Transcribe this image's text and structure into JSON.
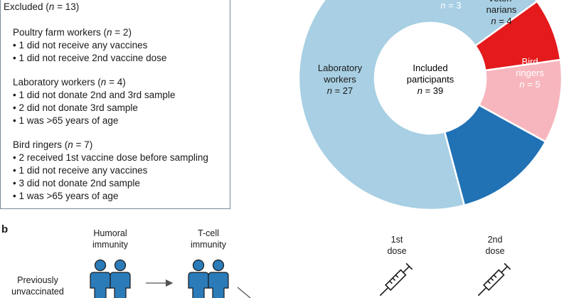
{
  "panel_a": {
    "excluded": {
      "label": "Excluded (",
      "n": "n",
      "val": " = 13)"
    },
    "groups": [
      {
        "title": "Poultry farm workers (",
        "n": "n",
        "val": " = 2)",
        "items": [
          "• 1 did not receive any vaccines",
          "• 1 did not receive 2nd vaccine dose"
        ]
      },
      {
        "title": "Laboratory workers (",
        "n": "n",
        "val": " = 4)",
        "items": [
          "• 1 did not donate 2nd and 3rd sample",
          "• 2 did not donate 3rd sample",
          "• 1 was >65 years of age"
        ]
      },
      {
        "title": "Bird ringers (",
        "n": "n",
        "val": " = 7)",
        "items": [
          "• 2 received 1st vaccine dose before sampling",
          "• 1 did not receive any vaccines",
          "• 3 did not donate 2nd sample",
          "• 1 was >65 years of age"
        ]
      }
    ]
  },
  "donut": {
    "center_line1": "Included",
    "center_line2": "participants",
    "center_n": "n",
    "center_val": " = 39",
    "segments": [
      {
        "name": "Laboratory workers",
        "line1": "Laboratory",
        "line2": "workers",
        "n": "n",
        "val": " = 27",
        "value": 27,
        "color": "#a8cfe3"
      },
      {
        "name": "Poultry farm workers",
        "line1": "",
        "line2": "",
        "n": "n",
        "val": " = 3",
        "value": 3,
        "color": "#e41a1c"
      },
      {
        "name": "Veterinarians",
        "line1": "Veteri-",
        "line2": "narians",
        "n": "n",
        "val": " = 4",
        "value": 4,
        "color": "#f7b6bd"
      },
      {
        "name": "Bird ringers",
        "line1": "Bird",
        "line2": "ringers",
        "n": "n",
        "val": " = 5",
        "value": 5,
        "color": "#2171b5"
      }
    ]
  },
  "panel_b": {
    "label": "b",
    "row_label_1": "Previously",
    "row_label_2": "unvaccinated",
    "humoral_1": "Humoral",
    "humoral_2": "immunity",
    "tcell_1": "T-cell",
    "tcell_2": "immunity",
    "dose1_1": "1st",
    "dose1_2": "dose",
    "dose2_1": "2nd",
    "dose2_2": "dose"
  },
  "colors": {
    "people": "#2b7bb9",
    "syringe": "#1a1a1a",
    "border": "#7a8896"
  }
}
